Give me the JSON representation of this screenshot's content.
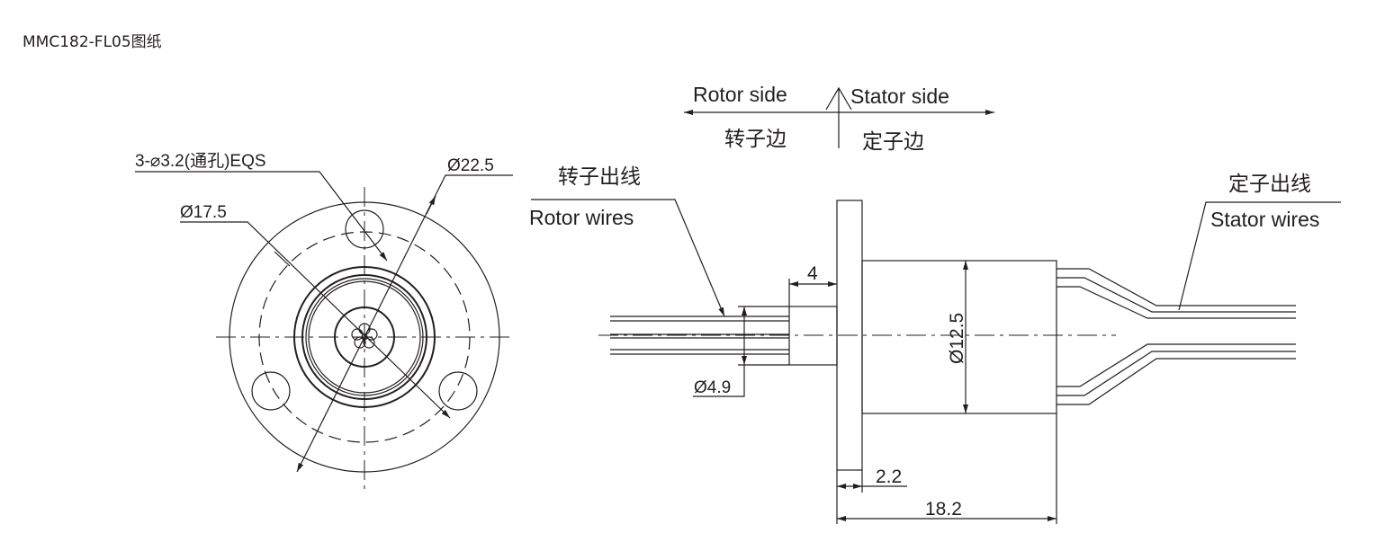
{
  "title": "MMC182-FL05图纸",
  "front_view": {
    "hole_label": "3-⌀3.2(通孔)EQS",
    "pcd_label": "Ø17.5",
    "outer_label": "Ø22.5"
  },
  "side_view": {
    "rotor_side": "Rotor side",
    "stator_side": "Stator side",
    "rotor_side_cn": "转子边",
    "stator_side_cn": "定子边",
    "rotor_wires_cn": "转子出线",
    "rotor_wires": "Rotor wires",
    "stator_wires_cn": "定子出线",
    "stator_wires": "Stator wires",
    "dim_shaft_length": "4",
    "dim_shaft_diameter": "Ø4.9",
    "dim_body_diameter": "Ø12.5",
    "dim_flange_thickness": "2.2",
    "dim_total_length": "18.2"
  }
}
